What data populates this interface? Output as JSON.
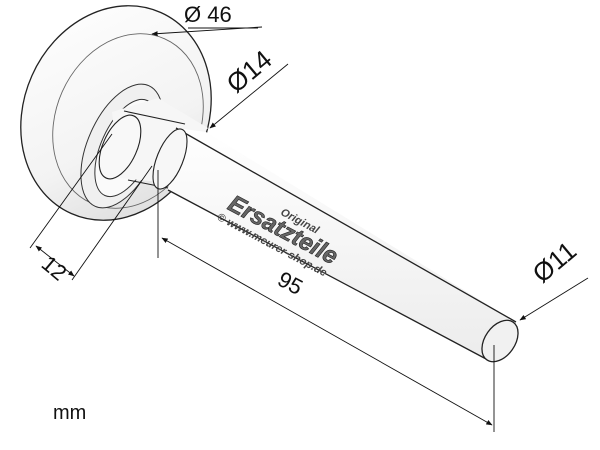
{
  "dimensions": {
    "wheel_diameter": "Ø 46",
    "bearing_diameter": "Ø14",
    "wheel_width": "12",
    "axle_length": "95",
    "axle_diameter": "Ø11"
  },
  "watermark": {
    "tag": "Original",
    "brand": "Ersatzteile",
    "url": "© www.meurer-shop.de"
  },
  "unit_label": "mm"
}
